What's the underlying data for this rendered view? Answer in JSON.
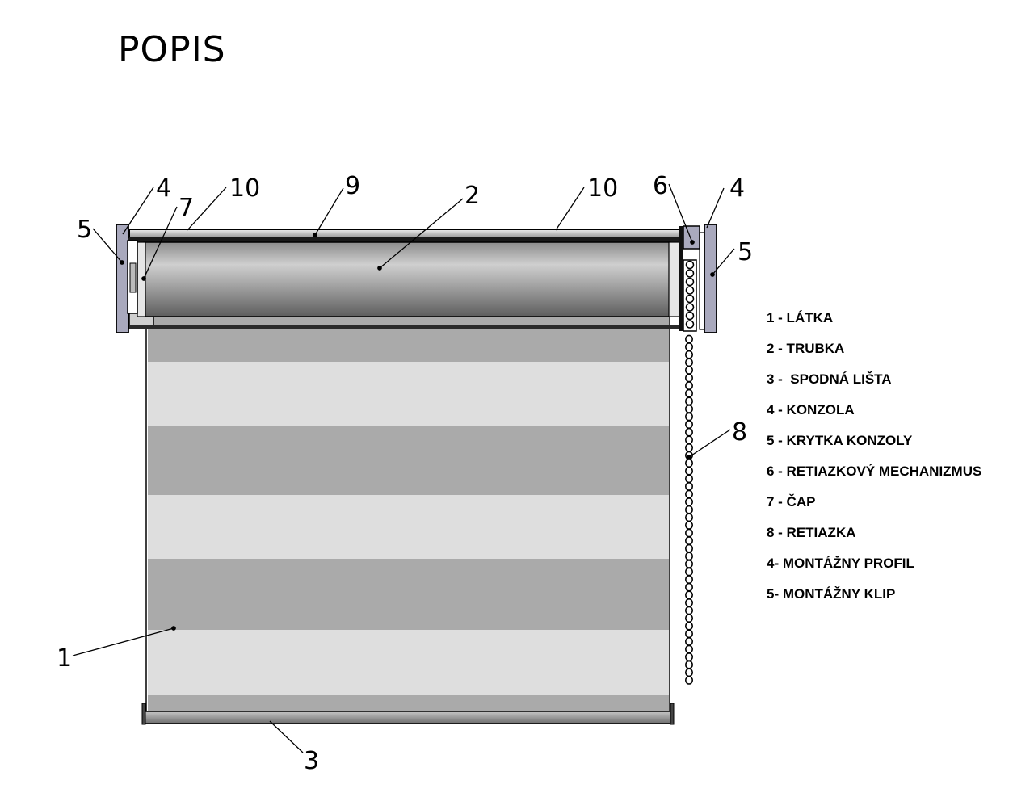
{
  "title": "POPIS",
  "callouts": {
    "c1": "1",
    "c2": "2",
    "c3": "3",
    "c4_left": "4",
    "c4_right": "4",
    "c5_left": "5",
    "c5_right": "5",
    "c6": "6",
    "c7": "7",
    "c8": "8",
    "c9": "9",
    "c10_left": "10",
    "c10_right": "10"
  },
  "legend": [
    "1 - LÁTKA",
    "2 - TRUBKA",
    "3 -  SPODNÁ LIŠTA",
    "4 - KONZOLA",
    "5 - KRYTKA KONZOLY",
    "6 - RETIAZKOVÝ MECHANIZMUS",
    "7 - ČAP",
    "8 - RETIAZKA",
    "4- MONTÁŽNY PROFIL",
    "5- MONTÁŽNY KLIP"
  ],
  "colors": {
    "fabric_dark": "#aaaaaa",
    "fabric_light": "#dedede",
    "bracket": "#a9a9bd",
    "outline": "#000000"
  }
}
